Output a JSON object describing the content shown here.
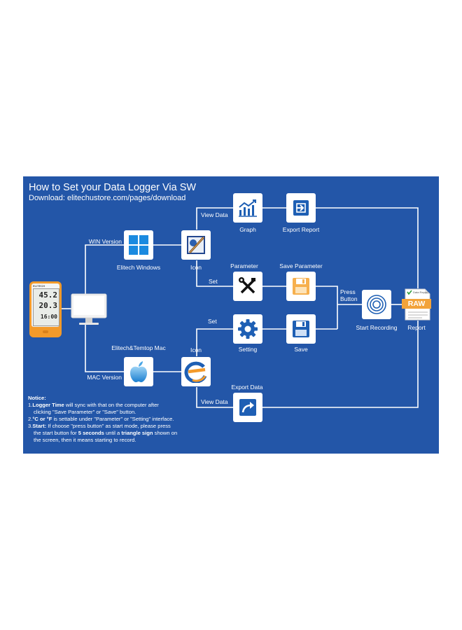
{
  "header": {
    "title": "How to Set your Data Logger Via SW",
    "subtitle": "Download: elitechustore.com/pages/download"
  },
  "labels": {
    "win_version": "WIN Version",
    "mac_version": "MAC Version",
    "elitech_windows": "Elitech Windows",
    "elitech_temtop_mac": "Elitech&Temtop Mac",
    "icon_win": "Icon",
    "icon_mac": "Icon",
    "view_data_top": "View Data",
    "view_data_bottom": "View Data",
    "set_top": "Set",
    "set_bottom": "Set",
    "graph": "Graph",
    "export_report": "Export Report",
    "parameter": "Parameter",
    "save_parameter": "Save Parameter",
    "setting": "Setting",
    "save": "Save",
    "press_button": "Press\nButton",
    "start_recording": "Start Recording",
    "report": "Report",
    "export_data": "Export Data"
  },
  "device": {
    "brand": "ELITECH",
    "reading_top": "45.2",
    "reading_mid": "20.3",
    "reading_bottom": "16:00"
  },
  "report_doc": {
    "header": "Data Report",
    "badge": "RAW"
  },
  "notice": {
    "title": "Notice:",
    "line1_num": "1.",
    "line1_bold": "Logger Time",
    "line1_rest": " will sync with that on the computer after",
    "line1_cont": "clicking \"Save Parameter\" or \"Save\" button.",
    "line2_num": "2.",
    "line2_bold": "°C or °F",
    "line2_rest": " is settable under \"Parameter\" or \"Setting\" interface.",
    "line3_num": "3.",
    "line3_bold": "Start:",
    "line3_rest": " If choose \"press button\" as start mode, please press",
    "line3_cont_a": "the start button for ",
    "line3_cont_b": "5 seconds",
    "line3_cont_c": " until a ",
    "line3_cont_d": "triangle sign",
    "line3_cont_e": " shown on",
    "line3_cont2": "the screen, then it means starting to record."
  },
  "colors": {
    "panel": "#2356a8",
    "icon_blue": "#1e5fb4",
    "save_orange": "#f6b04e",
    "device_orange": "#f39a2a",
    "raw_orange": "#f2a33a",
    "windows_blue": "#1a8ae0"
  }
}
